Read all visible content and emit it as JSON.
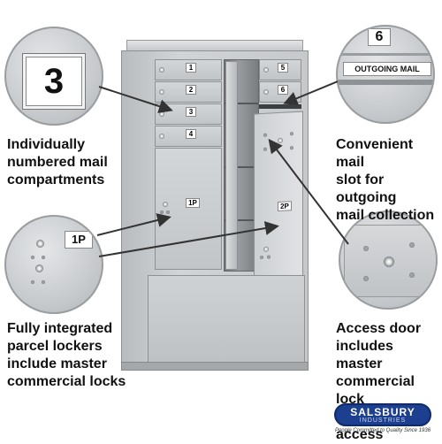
{
  "callouts": {
    "compartments": {
      "tag": "3",
      "caption": "Individually\nnumbered mail\ncompartments"
    },
    "outgoing": {
      "tag_top": "6",
      "tag_label": "OUTGOING MAIL",
      "caption": "Convenient mail\nslot for outgoing\nmail collection"
    },
    "parcel": {
      "tag": "1P",
      "caption": "Fully integrated\nparcel lockers\ninclude master\ncommercial locks"
    },
    "access": {
      "caption": "Access door\nincludes master\ncommercial lock\nfor private access"
    }
  },
  "unit": {
    "doors": [
      "1",
      "2",
      "3",
      "4",
      "5",
      "6"
    ],
    "parcel_doors": [
      "1P",
      "2P"
    ]
  },
  "brand": {
    "name": "SALSBURY",
    "sub": "INDUSTRIES",
    "tagline": "People Committed to Quality Since 1936"
  },
  "colors": {
    "brand_blue": "#1d3f8f",
    "metal": "#c8cbce",
    "arrow": "#333333"
  }
}
